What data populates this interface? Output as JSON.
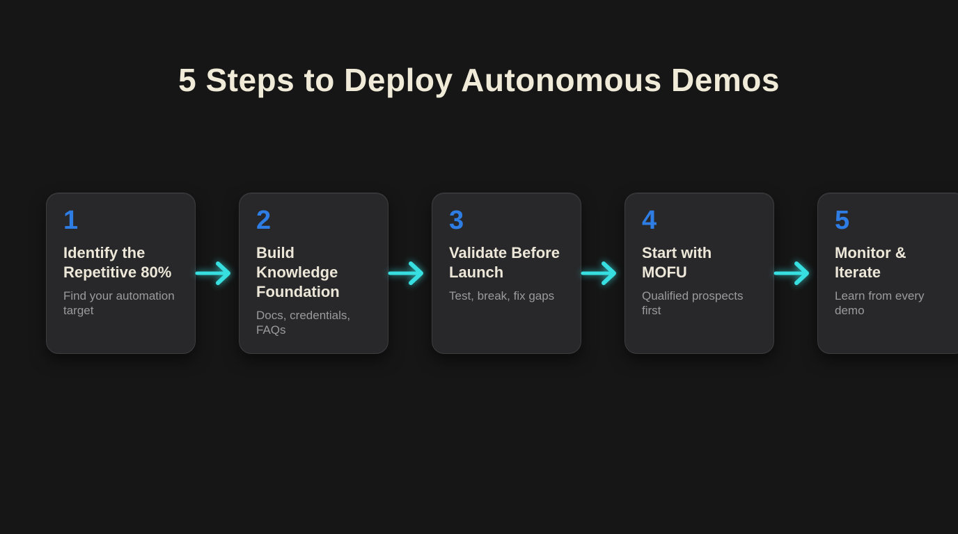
{
  "title": "5 Steps to Deploy Autonomous Demos",
  "steps": [
    {
      "number": "1",
      "title": "Identify the Repetitive 80%",
      "description": "Find your automation target"
    },
    {
      "number": "2",
      "title": "Build Knowledge Foundation",
      "description": "Docs, credentials, FAQs"
    },
    {
      "number": "3",
      "title": "Validate Before Launch",
      "description": "Test, break, fix gaps"
    },
    {
      "number": "4",
      "title": "Start with MOFU",
      "description": "Qualified prospects first"
    },
    {
      "number": "5",
      "title": "Monitor & Iterate",
      "description": "Learn from every demo"
    }
  ],
  "icons": {
    "connector": "arrow-right-icon"
  },
  "colors": {
    "background": "#161616",
    "card_background": "#28282a",
    "card_border": "#3d3d40",
    "title_cream": "#f0ead9",
    "card_title_cream": "#ece7d8",
    "description_gray": "#9b9b9d",
    "number_blue": "#2e7de4",
    "arrow_cyan": "#38dfe0"
  }
}
